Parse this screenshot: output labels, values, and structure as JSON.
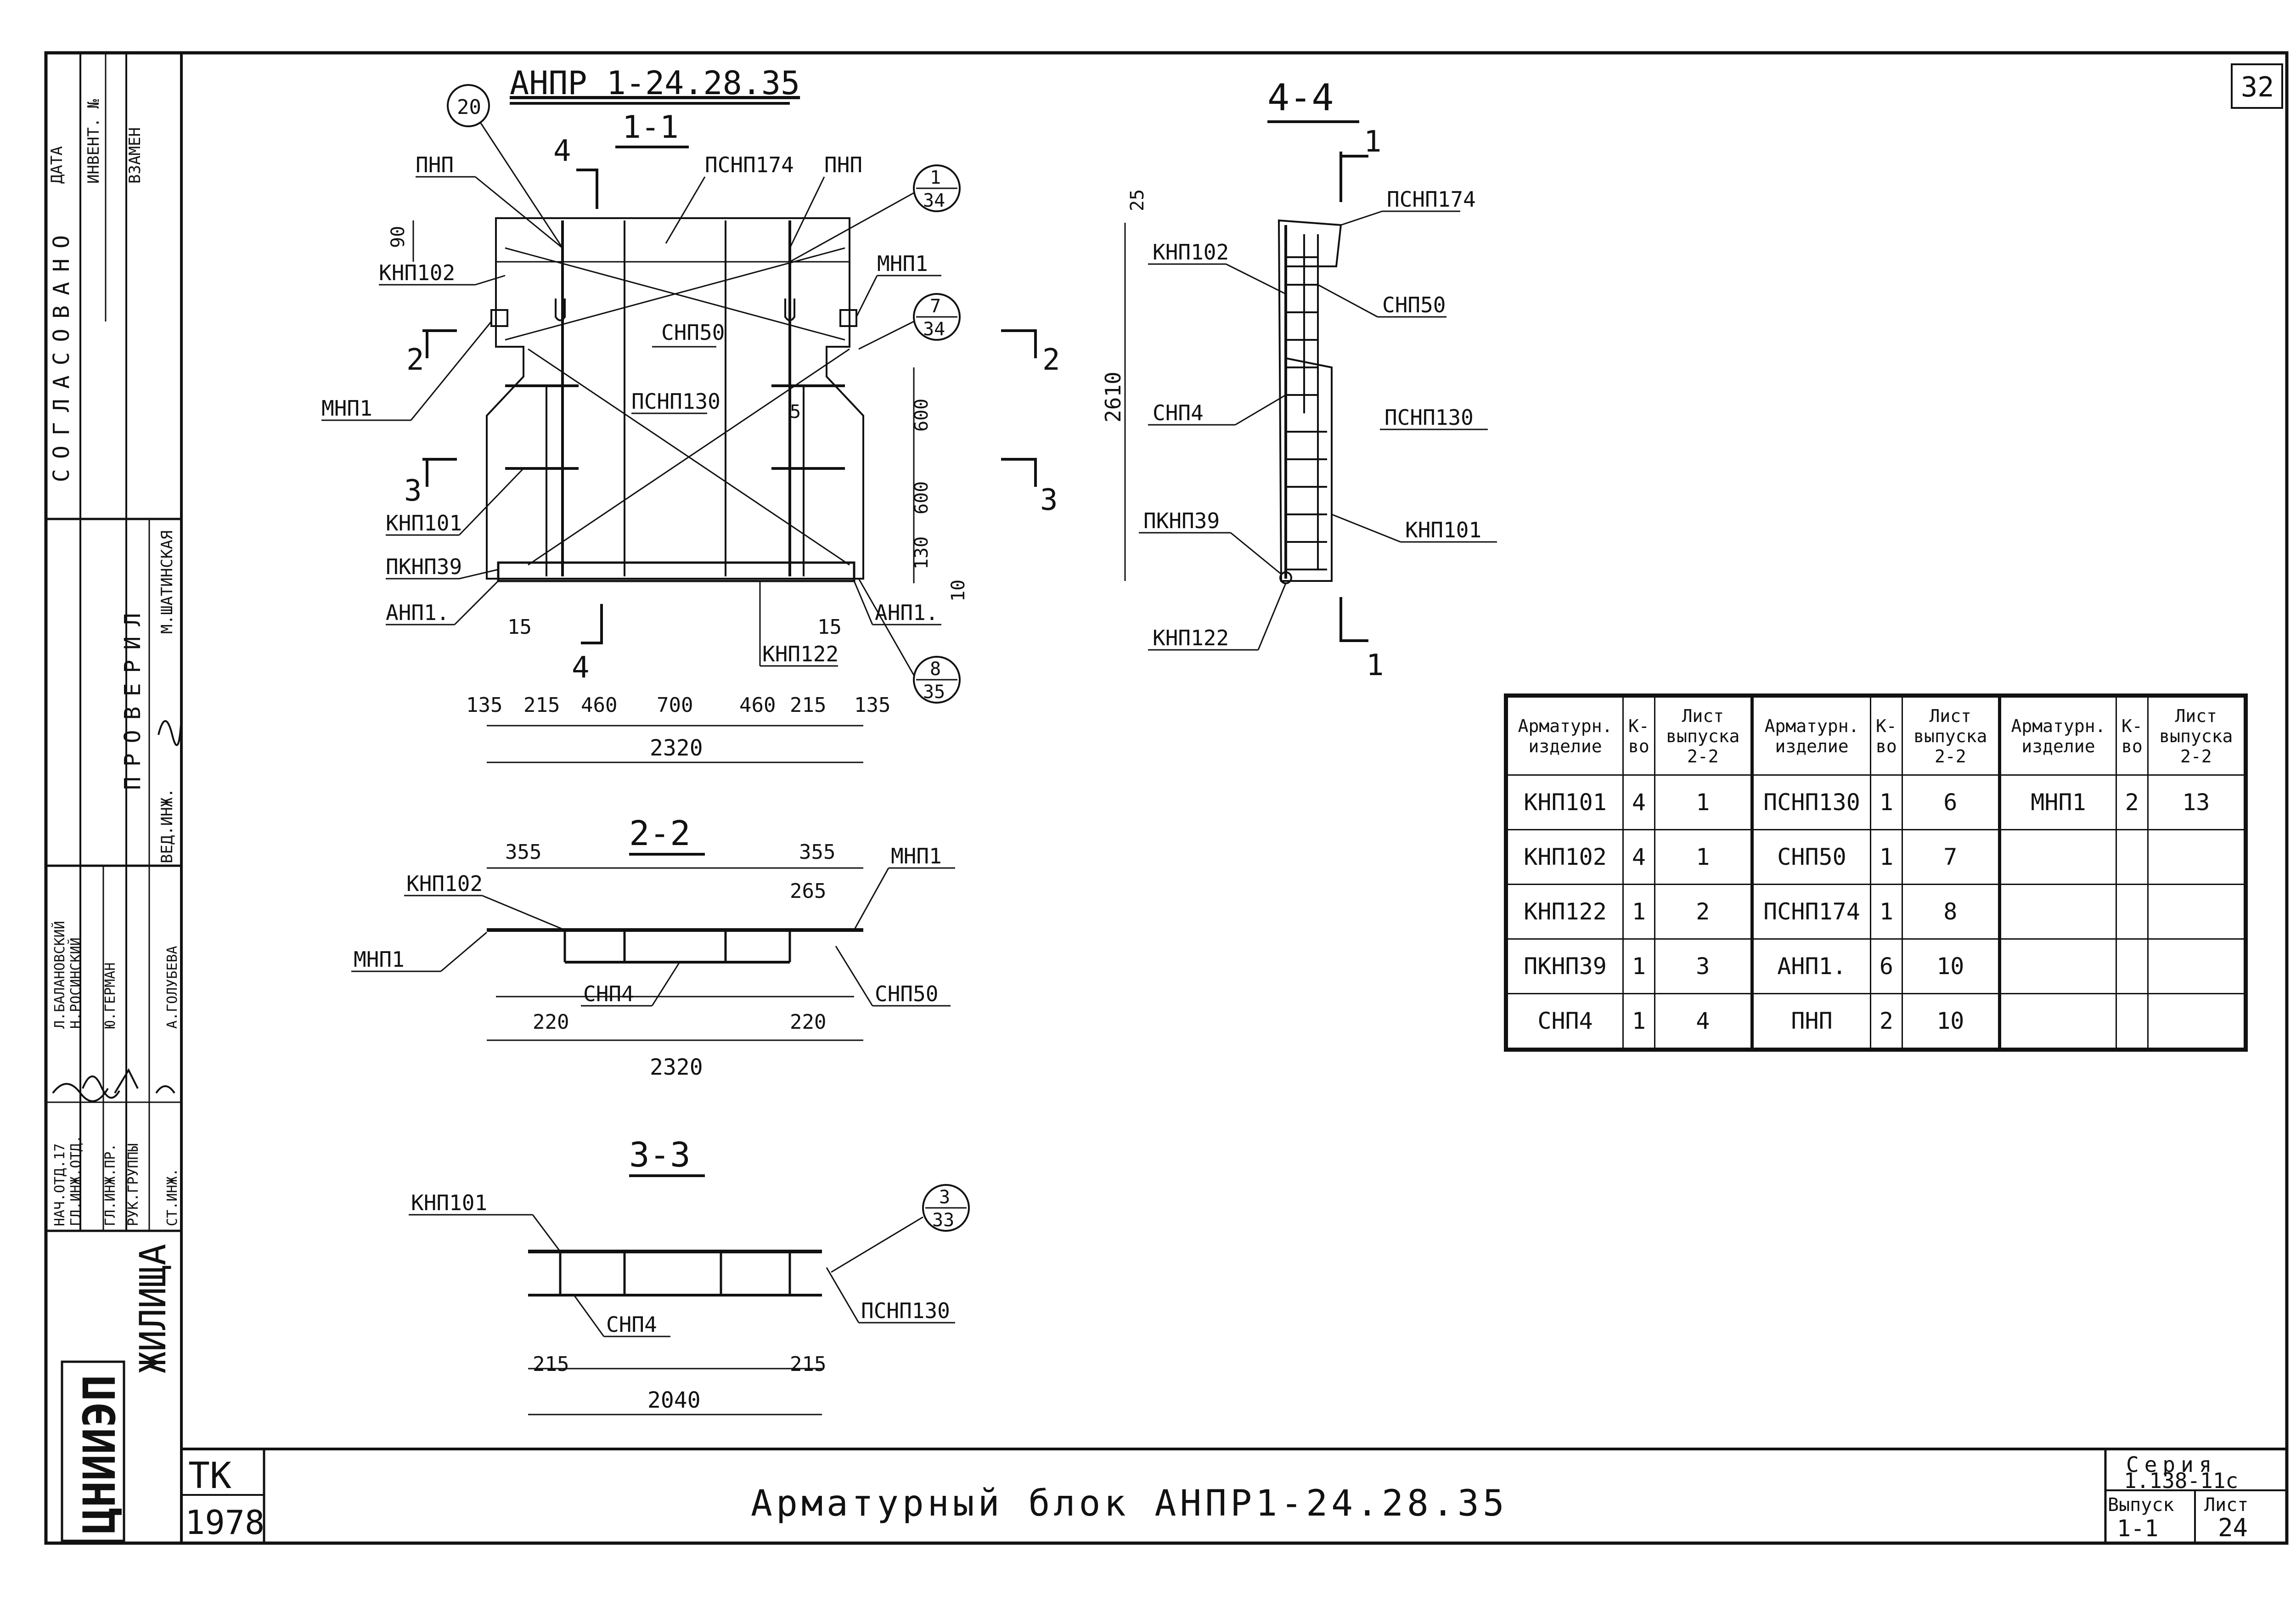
{
  "page_number": "32",
  "title_block": {
    "tk": "ТК",
    "year": "1978",
    "title": "Арматурный блок АНПР1-24.28.35",
    "series_label": "Серия",
    "series_value": "1.138-11с",
    "issue_label": "Выпуск",
    "issue_value": "1-1",
    "sheet_label": "Лист",
    "sheet_value": "24",
    "org": "ЦНИИЭП",
    "org_suffix": "ЖИЛИЩА"
  },
  "side_stamp": {
    "agreed": "СОГЛАСОВАНО",
    "date": "ДАТА",
    "inv": "ИНВЕНТ. №",
    "replace": "ВЗАМЕН",
    "checked": "ПРОВЕРИЛ",
    "lead_eng_label": "ВЕД.ИНЖ.",
    "checker_name": "М.ШАТИНСКАЯ",
    "roles": [
      "НАЧ.ОТД.17",
      "ГЛ.ИНЖ.ОТД.",
      "ГЛ.ИНЖ.ПР.",
      "РУК.ГРУППЫ",
      "СТ.ИНЖ."
    ],
    "names": [
      "Л.БАЛАНОВСКИЙ",
      "Н.РОСИНСКИЙ",
      "Ю.ГЕРМАН",
      "",
      "А.ГОЛУБЕВА"
    ]
  },
  "drawing": {
    "main_title": "АНПР 1-24.28.35",
    "sec11": "1-1",
    "sec44": "4-4",
    "sec22": "2-2",
    "sec33": "3-3",
    "labels": {
      "pnp": "ПНП",
      "psnp174": "ПСНП174",
      "knp102": "КНП102",
      "mnp1": "МНП1",
      "snp50": "СНП50",
      "psnp130": "ПСНП130",
      "knp101": "КНП101",
      "pknp39": "ПКНП39",
      "anp1": "АНП1.",
      "knp122": "КНП122",
      "snp4": "СНП4"
    },
    "dims11": [
      "135",
      "215",
      "460",
      "700",
      "460",
      "215",
      "135"
    ],
    "total11": "2320",
    "v_dims": [
      "90",
      "600",
      "600",
      "130",
      "10",
      "5",
      "15",
      "15"
    ],
    "dims44": [
      "25",
      "2610"
    ],
    "dims22": [
      "355",
      "355",
      "265",
      "220",
      "220"
    ],
    "total22": "2320",
    "dims33": [
      "215",
      "215"
    ],
    "total33": "2040",
    "refs": [
      {
        "top": "20",
        "bottom": ""
      },
      {
        "top": "1",
        "bottom": "34"
      },
      {
        "top": "7",
        "bottom": "34"
      },
      {
        "top": "8",
        "bottom": "35"
      },
      {
        "top": "3",
        "bottom": "33"
      }
    ],
    "cuts": [
      "4",
      "4",
      "2",
      "2",
      "3",
      "3",
      "1",
      "1"
    ]
  },
  "spec_table": {
    "headers": [
      "Арматурн. изделие",
      "К-во",
      "Лист выпуска 2-2"
    ],
    "rows": [
      [
        "КНП101",
        "4",
        "1",
        "ПСНП130",
        "1",
        "6",
        "МНП1",
        "2",
        "13"
      ],
      [
        "КНП102",
        "4",
        "1",
        "СНП50",
        "1",
        "7",
        "",
        "",
        ""
      ],
      [
        "КНП122",
        "1",
        "2",
        "ПСНП174",
        "1",
        "8",
        "",
        "",
        ""
      ],
      [
        "ПКНП39",
        "1",
        "3",
        "АНП1.",
        "6",
        "10",
        "",
        "",
        ""
      ],
      [
        "СНП4",
        "1",
        "4",
        "ПНП",
        "2",
        "10",
        "",
        "",
        ""
      ]
    ]
  }
}
